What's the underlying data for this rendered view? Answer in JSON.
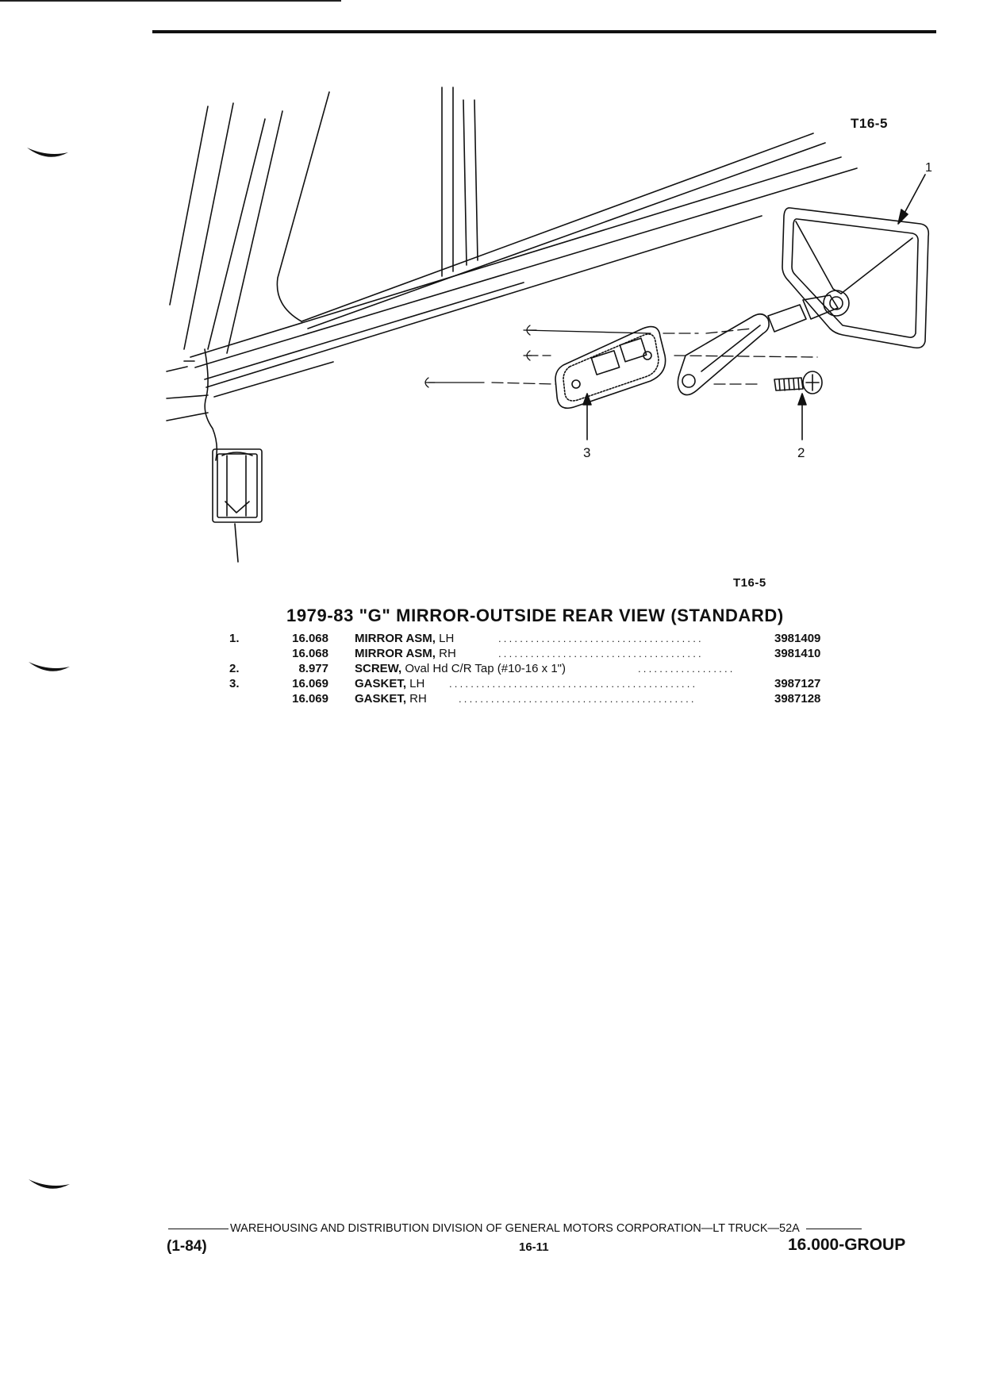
{
  "figure": {
    "label": "T16-5",
    "caption": "T16-5",
    "callouts": [
      "1",
      "2",
      "3"
    ]
  },
  "parts": {
    "title": "1979-83 \"G\" MIRROR-OUTSIDE REAR VIEW (STANDARD)",
    "rows": [
      {
        "no": "1.",
        "group": "16.068",
        "name": "MIRROR ASM,",
        "detail": " LH",
        "part_number": "3981409"
      },
      {
        "no": "",
        "group": "16.068",
        "name": "MIRROR ASM,",
        "detail": " RH",
        "part_number": "3981410"
      },
      {
        "no": "2.",
        "group": "8.977",
        "name": "SCREW,",
        "detail": " Oval Hd C/R Tap (#10-16 x 1\")",
        "part_number": ""
      },
      {
        "no": "3.",
        "group": "16.069",
        "name": "GASKET,",
        "detail": " LH",
        "part_number": "3987127"
      },
      {
        "no": "",
        "group": "16.069",
        "name": "GASKET,",
        "detail": " RH",
        "part_number": "3987128"
      }
    ]
  },
  "footer": {
    "publisher": "WAREHOUSING AND DISTRIBUTION  DIVISION OF GENERAL MOTORS CORPORATION—LT TRUCK—52A",
    "date_code": "(1-84)",
    "page_number": "16-11",
    "group": "16.000-GROUP"
  }
}
